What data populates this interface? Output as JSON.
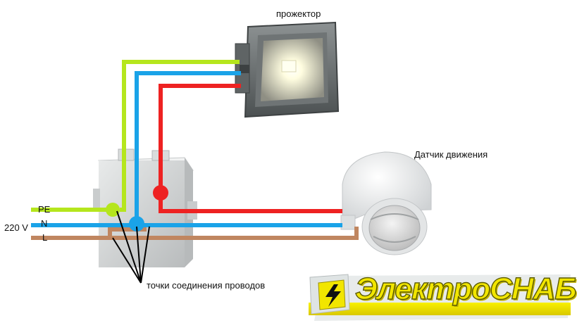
{
  "labels": {
    "floodlight": "прожектор",
    "motion_sensor": "Датчик движения",
    "voltage": "220 V",
    "wire_pe": "PE",
    "wire_n": "N",
    "wire_l": "L",
    "connection_points": "точки соединения проводов"
  },
  "logo": {
    "text": "ЭлектроСНАБ"
  },
  "colors": {
    "pe": "#b5e61d",
    "n": "#1aa3e8",
    "l": "#c08660",
    "phase_switched": "#ee2222",
    "logo_yellow": "#f2e600"
  },
  "icons": [
    "floodlight-icon",
    "junction-box-icon",
    "motion-sensor-icon",
    "lightning-icon"
  ]
}
